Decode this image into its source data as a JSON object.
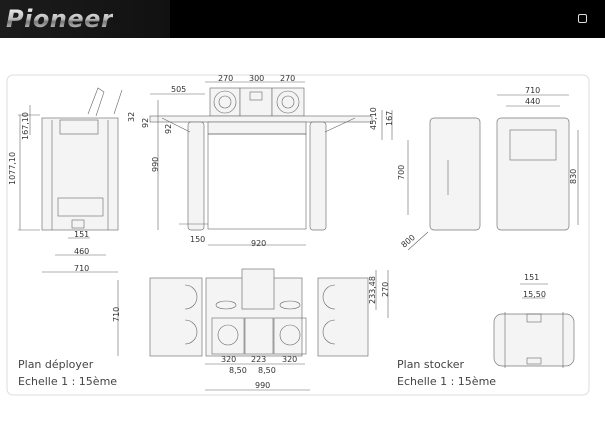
{
  "header": {
    "logo_text": "Pioneer",
    "menu_icon": "square-icon"
  },
  "elevation": {
    "side_height_total": "1077,10",
    "side_top": "167,10",
    "side_151": "151",
    "side_460": "460",
    "side_710": "710",
    "speaker_left": "270",
    "center": "300",
    "speaker_right": "270",
    "wing": "505",
    "t32": "32",
    "t92a": "92",
    "t92b": "92",
    "h990": "990",
    "d150": "150",
    "w920": "920",
    "r45": "45,10",
    "r167": "167"
  },
  "storage": {
    "w710": "710",
    "w440": "440",
    "h700": "700",
    "h830": "830",
    "d800": "800",
    "t151": "151",
    "t1550": "15,50",
    "caption": "Plan stocker",
    "scale": "Echelle 1 : 15ème"
  },
  "plan": {
    "depth710": "710",
    "d23348": "233,48",
    "d270": "270",
    "cdj_left": "320",
    "mixer": "223",
    "cdj_right": "320",
    "gap_left": "8,50",
    "gap_right": "8,50",
    "total": "990",
    "caption": "Plan déployer",
    "scale": "Echelle 1 : 15ème"
  }
}
